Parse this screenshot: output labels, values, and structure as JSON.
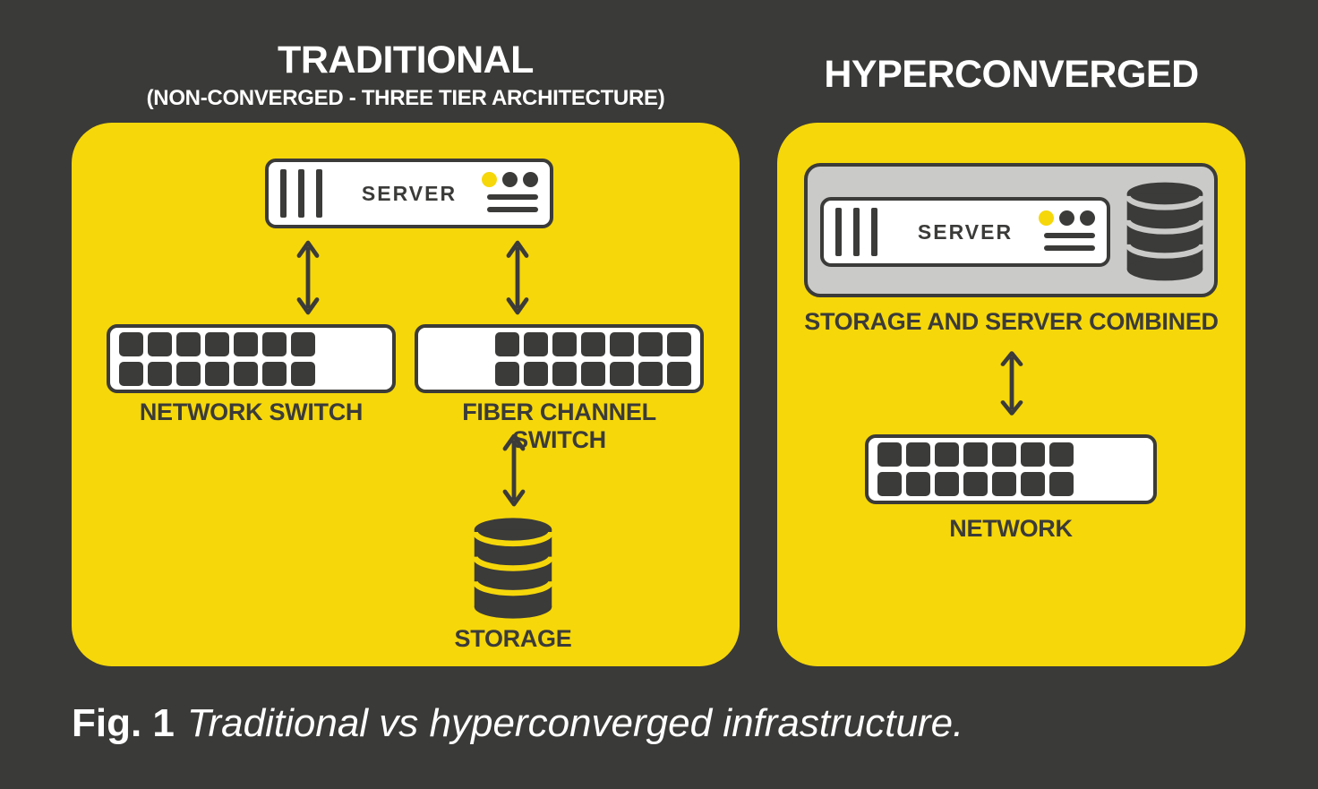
{
  "colors": {
    "background": "#3A3A38",
    "panel_yellow": "#F6D70A",
    "dark": "#3B3B39",
    "white": "#FFFFFF",
    "gray_box": "#CACAC8"
  },
  "left_panel": {
    "title": "TRADITIONAL",
    "subtitle": "(NON-CONVERGED - THREE TIER ARCHITECTURE)",
    "server": {
      "label": "SERVER"
    },
    "network_switch": {
      "label": "NETWORK SWITCH",
      "ports": {
        "count": 14
      }
    },
    "fiber_switch": {
      "label": "FIBER CHANNEL SWITCH",
      "ports": {
        "count": 14
      }
    },
    "storage": {
      "label": "STORAGE"
    }
  },
  "right_panel": {
    "title": "HYPERCONVERGED",
    "server": {
      "label": "SERVER"
    },
    "combined_label": "STORAGE AND SERVER COMBINED",
    "network": {
      "label": "NETWORK",
      "ports": {
        "count": 14
      }
    }
  },
  "caption": {
    "fig": "Fig. 1",
    "text": "Traditional vs hyperconverged infrastructure."
  },
  "icons": {
    "updown_arrow": "double-headed-vertical-arrow",
    "storage_cylinder": "database-cylinder",
    "server_status_dots": [
      "yellow",
      "dark",
      "dark"
    ]
  }
}
